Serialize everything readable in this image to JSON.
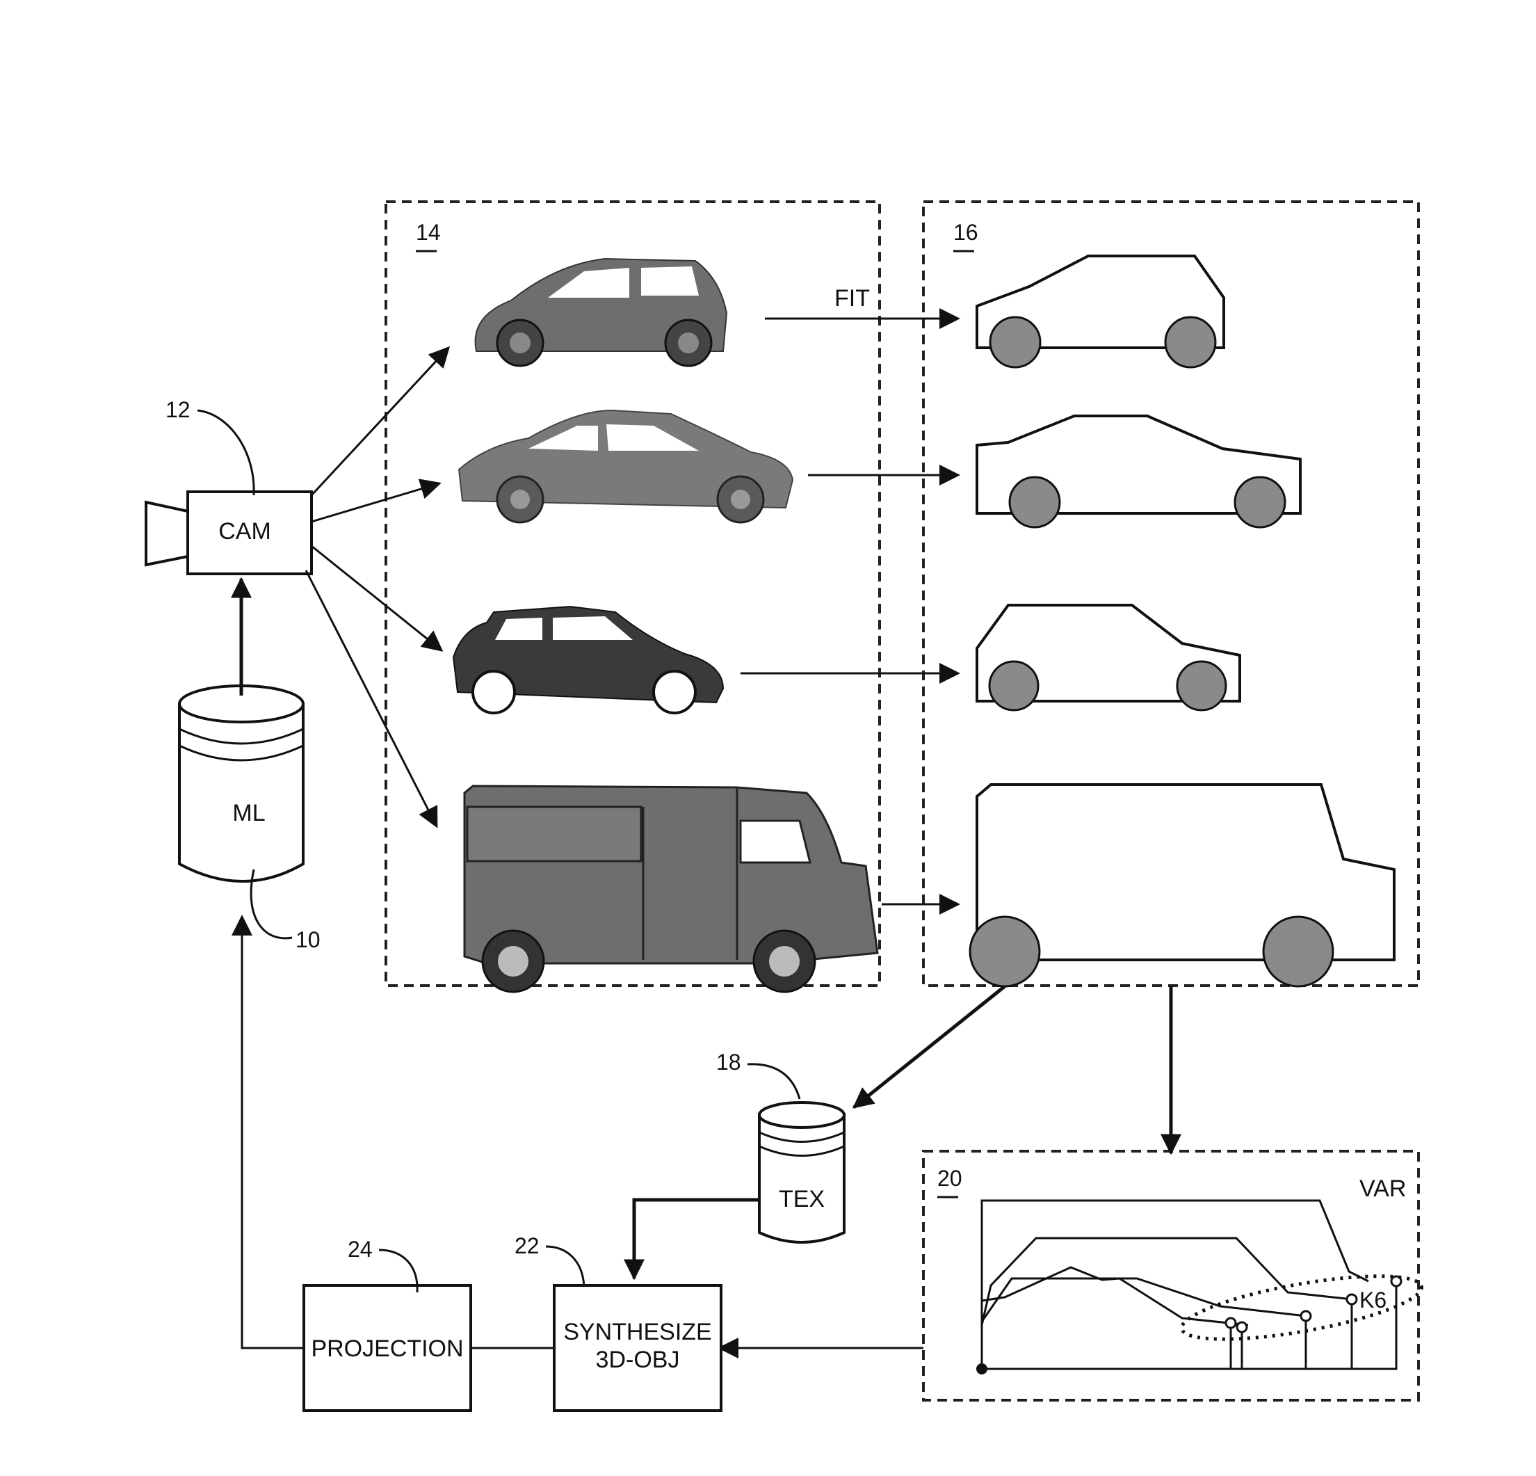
{
  "labels": {
    "ref_ml": "10",
    "ref_cam": "12",
    "ref_images": "14",
    "ref_models": "16",
    "ref_tex": "18",
    "ref_var": "20",
    "ref_synth": "22",
    "ref_proj": "24",
    "cam": "CAM",
    "ml": "ML",
    "tex": "TEX",
    "fit": "FIT",
    "var": "VAR",
    "k6": "K6",
    "synth_line1": "SYNTHESIZE",
    "synth_line2": "3D-OBJ",
    "projection": "PROJECTION"
  },
  "vehicles": [
    "hatchback",
    "sedan",
    "compact",
    "delivery-van"
  ],
  "colors": {
    "line": "#111111",
    "vehicle_body": "#6e6e6e",
    "wheel": "#8a8a8a",
    "dash": "#222222"
  }
}
